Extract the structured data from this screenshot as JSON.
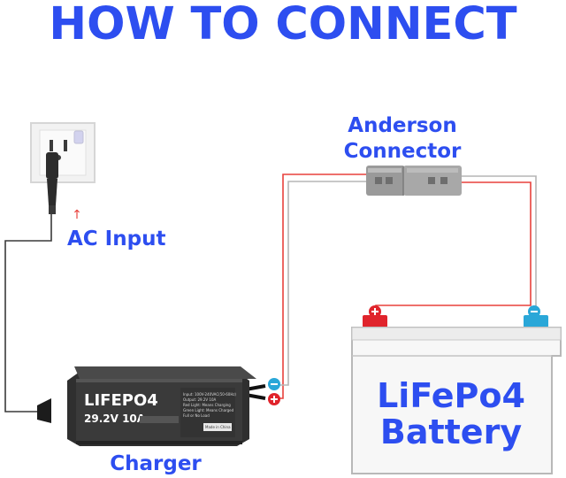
{
  "title": "HOW TO CONNECT",
  "anderson": {
    "line1": "Anderson",
    "line2": "Connector"
  },
  "ac_input": {
    "label": "AC Input",
    "arrow": "↑"
  },
  "charger": {
    "label": "Charger",
    "brand": "LIFEPO4",
    "spec": "29.2V 10A",
    "info_lines": [
      "Input: 100V-240VAC(50-60Hz)",
      "Output: 29.2V 10A",
      "Red Light: Means Charging",
      "Green Light: Means Charged",
      "Full or No Load"
    ],
    "made_in": "Made in China"
  },
  "battery": {
    "line1": "LiFePo4",
    "line2": "Battery"
  },
  "colors": {
    "title_blue": "#2d4ef0",
    "wire_red": "#e8413c",
    "wire_grey": "#b5b5b5",
    "positive": "#e0242c",
    "negative": "#2aa7d8"
  }
}
